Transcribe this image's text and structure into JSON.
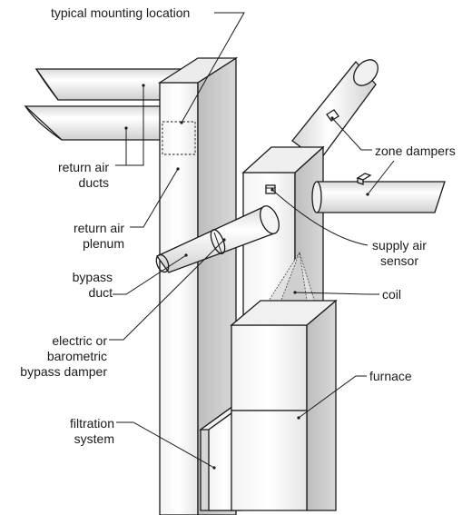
{
  "labels": {
    "mounting": "typical mounting location",
    "return_ducts": [
      "return air",
      "ducts"
    ],
    "return_plenum": [
      "return air",
      "plenum"
    ],
    "bypass_duct": [
      "bypass",
      "duct"
    ],
    "bypass_damper": [
      "electric or",
      "barometric",
      "bypass damper"
    ],
    "filtration": [
      "filtration",
      "system"
    ],
    "zone_dampers": "zone dampers",
    "supply_sensor": [
      "supply air",
      "sensor"
    ],
    "coil": "coil",
    "furnace": "furnace"
  }
}
